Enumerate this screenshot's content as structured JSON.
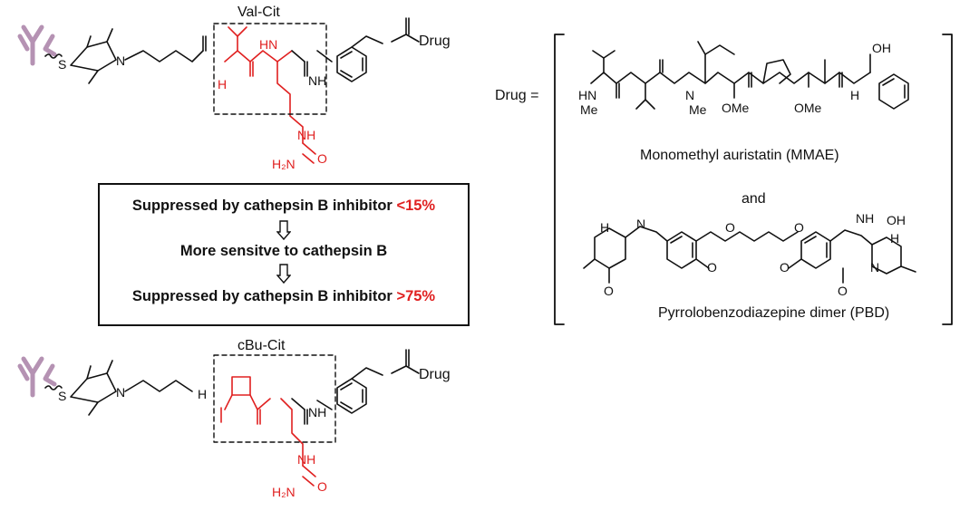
{
  "top_linker": {
    "box_label": "Val-Cit",
    "payload": "Drug",
    "atoms": {
      "S": "S",
      "N": "N",
      "O": "O",
      "NH": "NH",
      "HN": "HN",
      "H": "H",
      "N_sub": "N",
      "H2N": "H₂N"
    }
  },
  "bottom_linker": {
    "box_label": "cBu-Cit",
    "payload": "Drug",
    "atoms": {
      "S": "S",
      "N": "N",
      "O": "O",
      "NH": "NH",
      "H": "H",
      "N_sub": "N",
      "H2N": "H₂N"
    }
  },
  "callout": {
    "line1_text": "Suppressed by cathepsin B inhibitor",
    "line1_value": "<15%",
    "line2_text": "More sensitve to cathepsin B",
    "line3_text": "Suppressed by cathepsin B inhibitor",
    "line3_value": ">75%"
  },
  "drug_panel": {
    "equals_label": "Drug =",
    "mmae_name": "Monomethyl auristatin (MMAE)",
    "conjunction": "and",
    "pbd_name": "Pyrrolobenzodiazepine dimer (PBD)",
    "mmae_atoms": {
      "HN": "HN",
      "Me": "Me",
      "N": "N",
      "NMe": "Me",
      "OMe1": "OMe",
      "OMe2": "OMe",
      "OH": "OH",
      "H1": "H",
      "N2": "N",
      "NH": "N",
      "H": "H"
    },
    "pbd_atoms": {
      "N1": "N",
      "H1": "H",
      "O1": "O",
      "O2": "O",
      "O3": "O",
      "O4": "O",
      "H2": "H",
      "N2": "N",
      "NH": "NH",
      "OH": "OH",
      "H3": "H",
      "N3": "N"
    }
  },
  "colors": {
    "highlight": "#e02020",
    "antibody": "#b592b3",
    "ink": "#111111"
  }
}
